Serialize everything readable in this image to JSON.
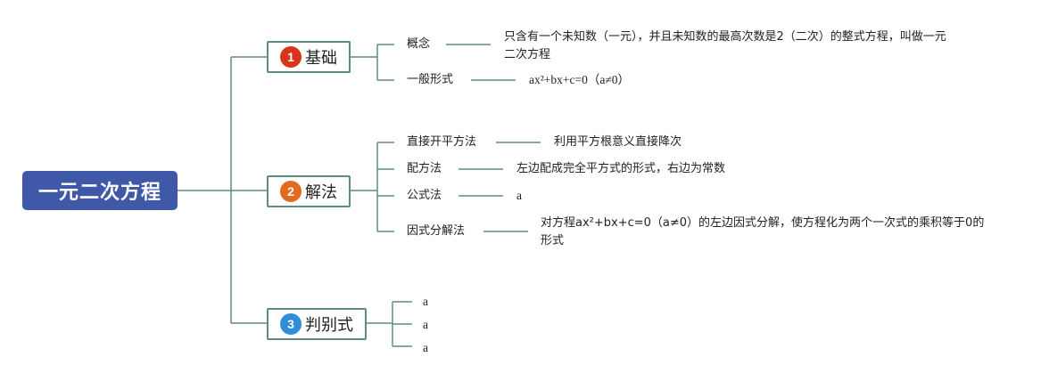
{
  "colors": {
    "root_bg": "#3f58a7",
    "connector": "#5f8c7e",
    "badge_red": "#d9331a",
    "badge_orange": "#e06a1e",
    "badge_blue": "#2e8fd8"
  },
  "root": {
    "label": "一元二次方程"
  },
  "branches": [
    {
      "number": "1",
      "label": "基础",
      "badge_color": "#d9331a",
      "items": [
        {
          "label": "概念",
          "desc": "只含有一个未知数（一元），并且未知数的最高次数是2（二次）的整式方程，叫做一元二次方程"
        },
        {
          "label": "一般形式",
          "desc": "ax²+bx+c=0（a≠0）"
        }
      ]
    },
    {
      "number": "2",
      "label": "解法",
      "badge_color": "#e06a1e",
      "items": [
        {
          "label": "直接开平方法",
          "desc": "利用平方根意义直接降次"
        },
        {
          "label": "配方法",
          "desc": "左边配成完全平方式的形式，右边为常数"
        },
        {
          "label": "公式法",
          "desc": "a"
        },
        {
          "label": "因式分解法",
          "desc": "对方程ax²+bx+c=0（a≠0）的左边因式分解，使方程化为两个一次式的乘积等于0的形式"
        }
      ]
    },
    {
      "number": "3",
      "label": "判别式",
      "badge_color": "#2e8fd8",
      "items": [
        {
          "label": "a"
        },
        {
          "label": "a"
        },
        {
          "label": "a"
        }
      ]
    }
  ]
}
